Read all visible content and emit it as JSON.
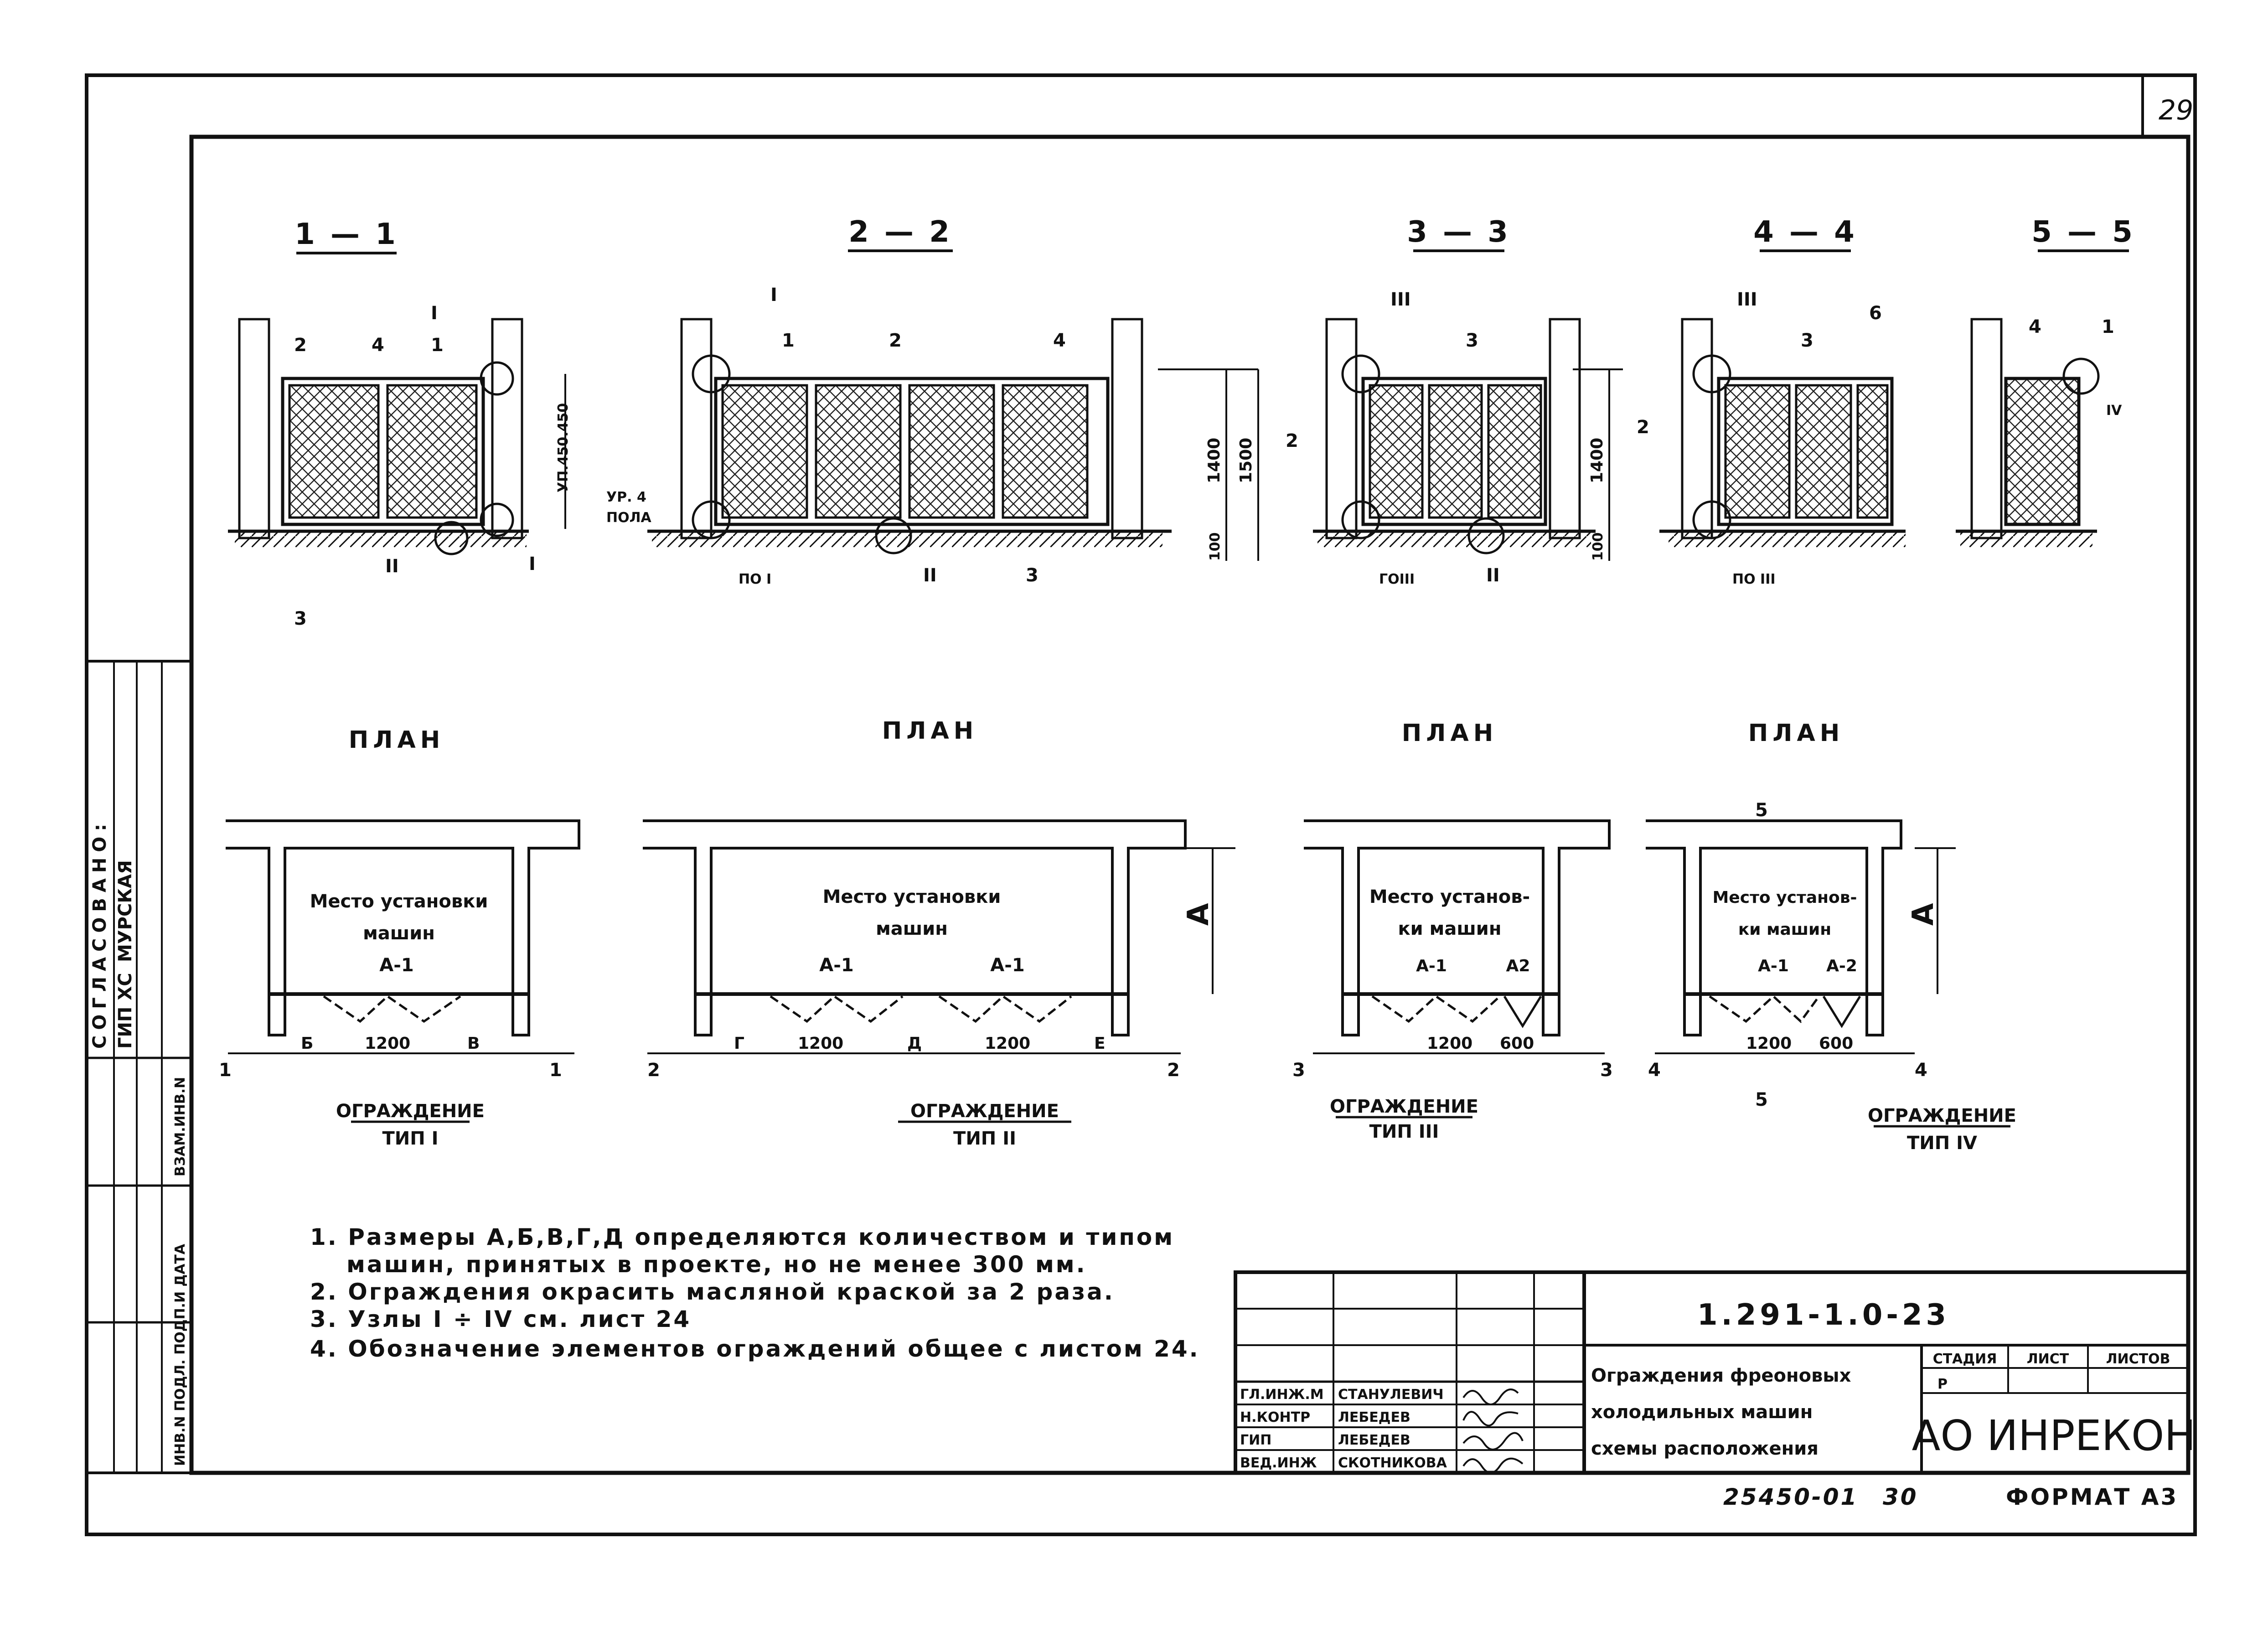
{
  "sheet": {
    "page_number": "29"
  },
  "sections": [
    {
      "title": "1 — 1",
      "callouts": [
        "2",
        "4",
        "1",
        "I",
        "3",
        "II",
        "I"
      ],
      "dims": [
        "УП.450.450",
        "УР. 4",
        "ПОЛА"
      ]
    },
    {
      "title": "2 — 2",
      "callouts": [
        "I",
        "1",
        "2",
        "4",
        "ПО I",
        "II",
        "3"
      ],
      "dims": [
        "1400",
        "1500",
        "100"
      ]
    },
    {
      "title": "3 — 3",
      "callouts": [
        "III",
        "3",
        "2",
        "ГОIII",
        "II"
      ],
      "dims": []
    },
    {
      "title": "4 — 4",
      "callouts": [
        "III",
        "3",
        "6",
        "2",
        "ПО III"
      ],
      "dims": [
        "1400",
        "100"
      ]
    },
    {
      "title": "5 — 5",
      "callouts": [
        "4",
        "1",
        "IV"
      ],
      "dims": []
    }
  ],
  "plans": [
    {
      "title": "ПЛАН",
      "label_line1": "Место установки",
      "label_line2": "машин",
      "units": [
        "А-1"
      ],
      "dims": [
        "Б",
        "1200",
        "В"
      ],
      "cut_left": "1",
      "cut_right": "1",
      "fence_type": "ОГРАЖДЕНИЕ",
      "fence_num": "ТИП I"
    },
    {
      "title": "ПЛАН",
      "label_line1": "Место установки",
      "label_line2": "машин",
      "units": [
        "А-1",
        "А-1"
      ],
      "dims": [
        "Г",
        "1200",
        "Д",
        "1200",
        "Е"
      ],
      "cut_left": "2",
      "cut_right": "2",
      "fence_type": "ОГРАЖДЕНИЕ",
      "fence_num": "ТИП II"
    },
    {
      "title": "ПЛАН",
      "label_line1": "Место установ-",
      "label_line2": "ки машин",
      "units": [
        "А-1",
        "А2"
      ],
      "dims": [
        "1200",
        "600"
      ],
      "cut_left": "3",
      "cut_right": "3",
      "fence_type": "ОГРАЖДЕНИЕ",
      "fence_num": "ТИП III"
    },
    {
      "title": "ПЛАН",
      "label_line1": "Место установ-",
      "label_line2": "ки машин",
      "units": [
        "А-1",
        "А-2"
      ],
      "dims": [
        "1200",
        "600"
      ],
      "cut_left": "4",
      "cut_right": "4",
      "cut_top": "5",
      "cut_bottom": "5",
      "fence_type": "ОГРАЖДЕНИЕ",
      "fence_num": "ТИП IV"
    }
  ],
  "dim_a": "А",
  "notes": [
    "1. Размеры А,Б,В,Г,Д определяются количеством и типом",
    "машин, принятых в проекте, но не менее 300 мм.",
    "2. Ограждения окрасить масляной краской за 2 раза.",
    "3. Узлы I ÷ IV см. лист 24",
    "4. Обозначение элементов ограждений общее с листом 24."
  ],
  "left_strip": {
    "agreed": "СОГЛАСОВАНО:",
    "role": "ГИП ХС",
    "name": "МУРСКАЯ",
    "inv_replace": "ВЗАМ.ИНВ.N",
    "inv_sign": "ИНВ.N ПОДЛ. ПОДП.И ДАТА"
  },
  "title_block": {
    "code": "1.291-1.0-23",
    "title_lines": [
      "Ограждения фреоновых",
      "холодильных машин",
      "схемы расположения"
    ],
    "headers": [
      "СТАДИЯ",
      "ЛИСТ",
      "ЛИСТОВ"
    ],
    "stage": "Р",
    "signers": [
      {
        "role": "ГЛ.ИНЖ.М",
        "name": "СТАНУЛЕВИЧ"
      },
      {
        "role": "Н.КОНТР",
        "name": "ЛЕБЕДЕВ"
      },
      {
        "role": "ГИП",
        "name": "ЛЕБЕДЕВ"
      },
      {
        "role": "ВЕД.ИНЖ",
        "name": "СКОТНИКОВА"
      }
    ],
    "org": "АО ИНРЕКОН",
    "archive": "25450-01",
    "sheet_no": "30",
    "format": "ФОРМАТ А3"
  },
  "colors": {
    "ink": "#111111",
    "paper": "#ffffff"
  }
}
